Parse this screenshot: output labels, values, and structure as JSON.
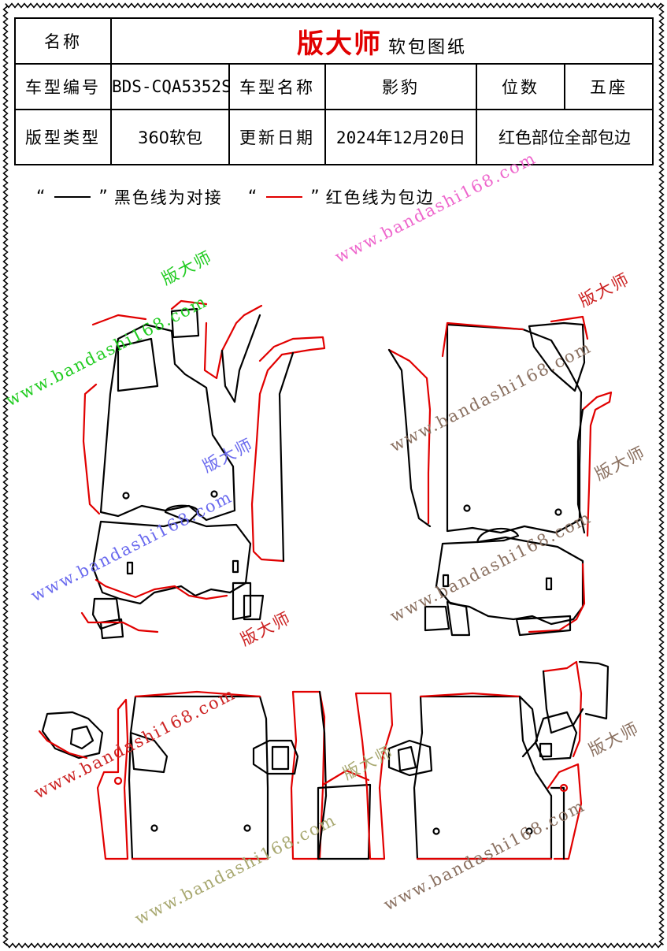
{
  "header": {
    "name_label": "名称",
    "brand": "版大师",
    "subtitle": "软包图纸",
    "model_code_label": "车型编号",
    "model_code": "BDS-CQA5352S",
    "model_name_label": "车型名称",
    "model_name": "影豹",
    "seats_label": "位数",
    "seats": "五座",
    "type_label": "版型类型",
    "type": "360软包",
    "date_label": "更新日期",
    "date": "2024年12月20日",
    "note": "红色部位全部包边"
  },
  "legend": {
    "open_quote": "“",
    "close_quote": "”",
    "black_text": "黑色线为对接",
    "red_text": "红色线为包边",
    "black_color": "#000000",
    "red_color": "#e10000"
  },
  "watermarks": {
    "site": "www.bandashi168.com",
    "brand": "版大师",
    "colors": [
      "#22cc22",
      "#6a6aee",
      "#cc2222",
      "#ee66cc",
      "#8a7060",
      "#a8a870"
    ]
  }
}
